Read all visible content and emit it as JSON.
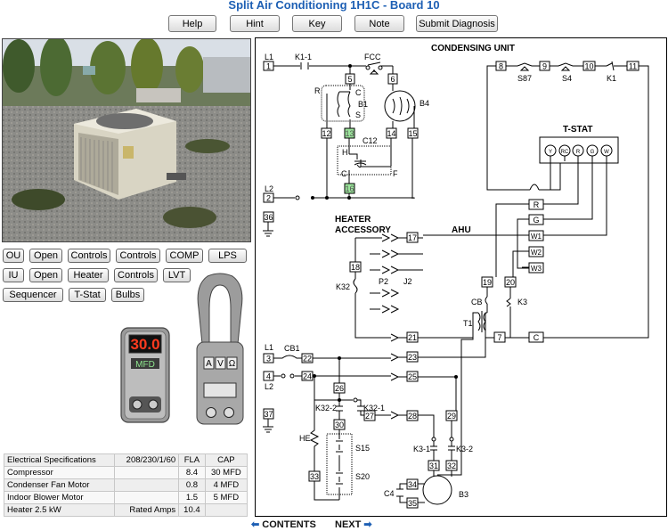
{
  "title": "Split Air Conditioning 1H1C - Board 10",
  "top_buttons": [
    "Help",
    "Hint",
    "Key",
    "Note",
    "Submit Diagnosis"
  ],
  "component_buttons": {
    "row1": [
      "OU",
      "Open",
      "Controls",
      "Controls",
      "COMP",
      "LPS"
    ],
    "row2": [
      "IU",
      "Open",
      "Heater",
      "Controls",
      "LVT"
    ],
    "row3": [
      "Sequencer",
      "T-Stat",
      "Bulbs"
    ]
  },
  "meter": {
    "display": "30.0",
    "mode": "MFD"
  },
  "clamp_meter": {
    "keys": [
      "A",
      "V",
      "Ω"
    ]
  },
  "specs": {
    "header": [
      "Electrical Specifications",
      "208/230/1/60",
      "FLA",
      "CAP"
    ],
    "rows": [
      [
        "Compressor",
        "",
        "8.4",
        "30 MFD"
      ],
      [
        "Condenser Fan Motor",
        "",
        "0.8",
        "4 MFD"
      ],
      [
        "Indoor Blower Motor",
        "",
        "1.5",
        "5 MFD"
      ],
      [
        "Heater 2.5 kW",
        "Rated Amps",
        "10.4",
        ""
      ]
    ]
  },
  "diagram": {
    "condensing_unit": "CONDENSING UNIT",
    "tstat": "T-STAT",
    "heater_accessory": [
      "HEATER",
      "ACCESSORY"
    ],
    "ahu": "AHU",
    "tstat_terminals": [
      "Y",
      "RC",
      "R",
      "G",
      "W"
    ],
    "board_terminals": [
      "R",
      "G",
      "W1",
      "W2",
      "W3",
      "C"
    ],
    "labels": {
      "L1": "L1",
      "L2": "L2",
      "K1_1": "K1-1",
      "FCC": "FCC",
      "R": "R",
      "C": "C",
      "S": "S",
      "B1": "B1",
      "B4": "B4",
      "C12": "C12",
      "H": "H",
      "F": "F",
      "S87": "S87",
      "S4": "S4",
      "K1": "K1",
      "K32": "K32",
      "P2": "P2",
      "J2": "J2",
      "CB": "CB",
      "T1": "T1",
      "K3": "K3",
      "CB1": "CB1",
      "K32_2": "K32-2",
      "K32_1": "K32-1",
      "HE": "HE",
      "S15": "S15",
      "S20": "S20",
      "K3_1": "K3-1",
      "K3_2": "K3-2",
      "C4": "C4",
      "B3": "B3"
    },
    "wires": {
      "w1": "1",
      "w2": "2",
      "w3": "3",
      "w4": "4",
      "w5": "5",
      "w6": "6",
      "w8": "8",
      "w9": "9",
      "w10": "10",
      "w11": "11",
      "w12": "12",
      "w13": "13",
      "w14": "14",
      "w15": "15",
      "w16": "16",
      "w17": "17",
      "w18": "18",
      "w19": "19",
      "w20": "20",
      "w21": "21",
      "w22": "22",
      "w23": "23",
      "w24": "24",
      "w25": "25",
      "w26": "26",
      "w27": "27",
      "w28": "28",
      "w29": "29",
      "w30": "30",
      "w31": "31",
      "w32": "32",
      "w33": "33",
      "w34": "34",
      "w35": "35",
      "w36": "36",
      "w37": "37",
      "w7": "7"
    }
  },
  "nav": {
    "contents": "CONTENTS",
    "next": "NEXT"
  },
  "colors": {
    "title": "#1d5fb4",
    "highlight": "#9be59b",
    "meter_display": "#ff3b1f"
  }
}
